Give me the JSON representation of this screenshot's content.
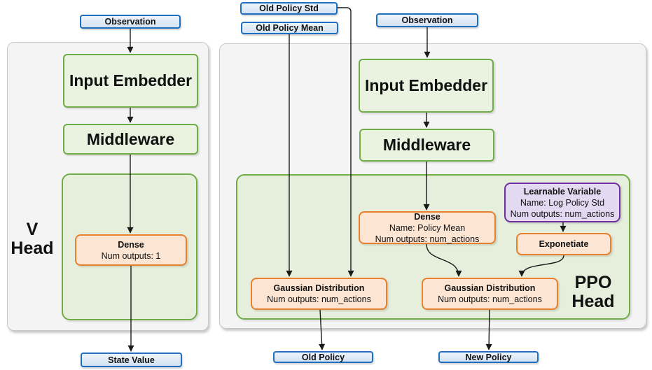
{
  "colors": {
    "blue_fill_top": "#eef4fb",
    "blue_fill_bottom": "#d3e2f3",
    "blue_border": "#1e6fc0",
    "green_fill": "#e9f3df",
    "green_container_fill": "#e5efdb",
    "green_border": "#70ad47",
    "orange_fill": "#fce5d3",
    "orange_border": "#e8802e",
    "purple_fill": "#e3d9f0",
    "purple_border": "#7030a0",
    "panel_fill": "#f4f4f4",
    "panel_border": "#c9c9c9",
    "arrow_color": "#1a1a1a",
    "text_color": "#111111"
  },
  "v_head": {
    "title_line1": "V",
    "title_line2": "Head",
    "observation": "Observation",
    "input_embedder": "Input Embedder",
    "middleware": "Middleware",
    "dense": {
      "title": "Dense",
      "outputs": "Num outputs: 1"
    },
    "state_value": "State Value"
  },
  "ppo_head": {
    "title_line1": "PPO",
    "title_line2": "Head",
    "inputs": {
      "old_policy_std": "Old Policy Std",
      "old_policy_mean": "Old Policy Mean",
      "observation": "Observation"
    },
    "input_embedder": "Input Embedder",
    "middleware": "Middleware",
    "dense": {
      "title": "Dense",
      "name": "Name: Policy Mean",
      "outputs": "Num outputs: num_actions"
    },
    "learnable_variable": {
      "title": "Learnable Variable",
      "name": "Name: Log Policy Std",
      "outputs": "Num outputs: num_actions"
    },
    "exponetiate": "Exponetiate",
    "gaussian_old": {
      "title": "Gaussian Distribution",
      "outputs": "Num outputs: num_actions"
    },
    "gaussian_new": {
      "title": "Gaussian Distribution",
      "outputs": "Num outputs: num_actions"
    },
    "outputs": {
      "old_policy": "Old Policy",
      "new_policy": "New Policy"
    }
  }
}
